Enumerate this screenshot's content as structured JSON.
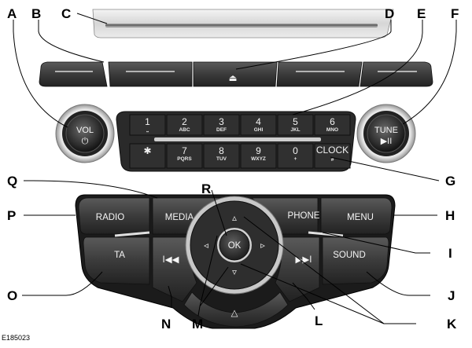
{
  "figure_id": "E185023",
  "callouts": {
    "A": "A",
    "B": "B",
    "C": "C",
    "D": "D",
    "E": "E",
    "F": "F",
    "G": "G",
    "H": "H",
    "I": "I",
    "J": "J",
    "K": "K",
    "L": "L",
    "M": "M",
    "N": "N",
    "O": "O",
    "P": "P",
    "Q": "Q",
    "R": "R"
  },
  "knobs": {
    "volume": {
      "label": "VOL",
      "symbol": "⏻"
    },
    "tune": {
      "label": "TUNE",
      "symbol": "▶II"
    }
  },
  "keypad": {
    "top_row": [
      {
        "num": "1",
        "sub": "⎵"
      },
      {
        "num": "2",
        "sub": "ABC"
      },
      {
        "num": "3",
        "sub": "DEF"
      },
      {
        "num": "4",
        "sub": "GHI"
      },
      {
        "num": "5",
        "sub": "JKL"
      },
      {
        "num": "6",
        "sub": "MNO"
      }
    ],
    "bottom_row": [
      {
        "num": "✱",
        "sub": ""
      },
      {
        "num": "7",
        "sub": "PQRS"
      },
      {
        "num": "8",
        "sub": "TUV"
      },
      {
        "num": "9",
        "sub": "WXYZ"
      },
      {
        "num": "0",
        "sub": "+"
      },
      {
        "num": "CLOCK",
        "sub": "#"
      }
    ]
  },
  "buttons": {
    "radio": "RADIO",
    "media": "MEDIA",
    "phone": "PHONE",
    "menu": "MENU",
    "ta": "TA",
    "sound": "SOUND",
    "ok": "OK",
    "seek_back": "I◀◀",
    "seek_forward": "▶▶I",
    "eject": "⏏",
    "hazard": "△",
    "up": "▵",
    "down": "▿",
    "left": "◃",
    "right": "▹"
  }
}
